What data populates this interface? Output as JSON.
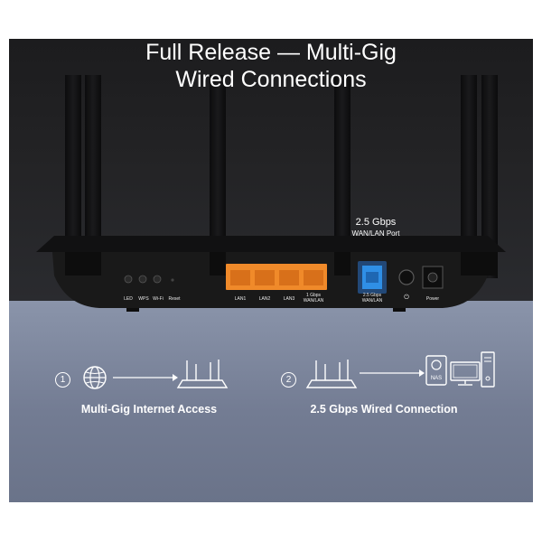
{
  "headline": {
    "line1": "Full Release  — Multi-Gig",
    "line2": "Wired Connections"
  },
  "router": {
    "buttons": [
      "LED",
      "WPS",
      "Wi-Fi",
      "Reset"
    ],
    "lan_labels": [
      "LAN1",
      "LAN2",
      "LAN3"
    ],
    "combo_label_1": "1 Gbps",
    "combo_label_2": "WAN/LAN",
    "port25_label_1": "2.5 Gbps",
    "port25_label_2": "WAN/LAN",
    "power_label": "Power"
  },
  "callout": {
    "speed": "2.5 Gbps",
    "port": "WAN/LAN Port"
  },
  "steps": [
    {
      "number": "1",
      "caption": "Multi-Gig Internet Access"
    },
    {
      "number": "2",
      "caption": "2.5 Gbps Wired Connection"
    }
  ],
  "icons": {
    "nas_text": "NAS",
    "globe": "globe-icon",
    "router": "router-icon",
    "desktop": "desktop-icon"
  },
  "colors": {
    "lan_ports": "#f08a2a",
    "wan_port": "#2f8fe6",
    "top_bg": "#1f1f21",
    "bottom_bg": "#7b849b"
  }
}
